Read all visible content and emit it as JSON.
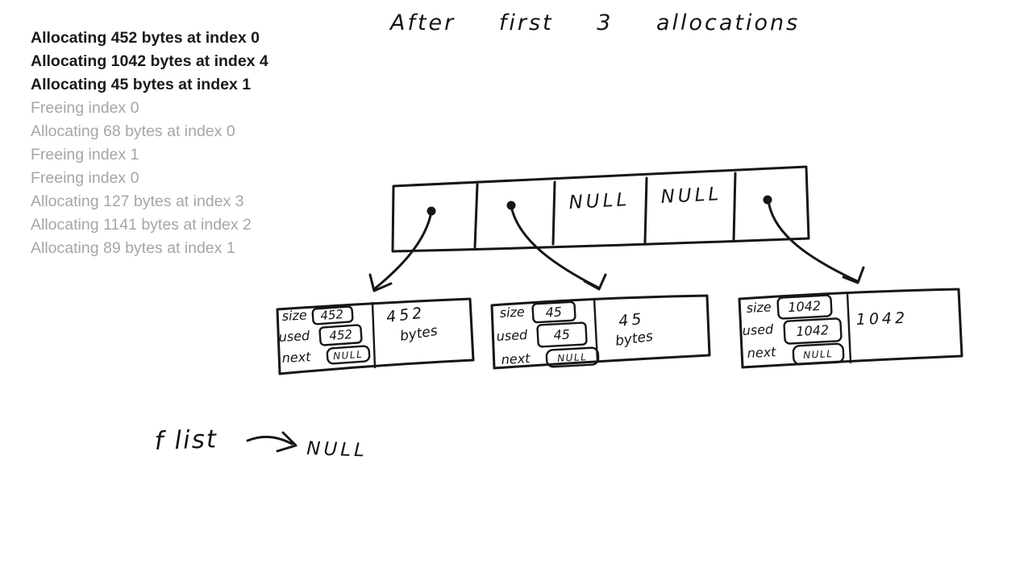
{
  "title": "After first 3 allocations",
  "log": {
    "lines": [
      {
        "text": "Allocating 452 bytes at index 0",
        "status": "completed"
      },
      {
        "text": "Allocating 1042 bytes at index 4",
        "status": "completed"
      },
      {
        "text": "Allocating 45 bytes at index 1",
        "status": "completed"
      },
      {
        "text": "Freeing index 0",
        "status": "pending"
      },
      {
        "text": "Allocating 68 bytes at index 0",
        "status": "pending"
      },
      {
        "text": "Freeing index 1",
        "status": "pending"
      },
      {
        "text": "Freeing index 0",
        "status": "pending"
      },
      {
        "text": "Allocating 127 bytes at index 3",
        "status": "pending"
      },
      {
        "text": "Allocating 1141 bytes at index 2",
        "status": "pending"
      },
      {
        "text": "Allocating 89 bytes at index 1",
        "status": "pending"
      }
    ]
  },
  "pointer_array": {
    "cells": [
      {
        "index": 0,
        "value": "pointer",
        "label": ""
      },
      {
        "index": 1,
        "value": "pointer",
        "label": ""
      },
      {
        "index": 2,
        "value": "NULL",
        "label": "NULL"
      },
      {
        "index": 3,
        "value": "NULL",
        "label": "NULL"
      },
      {
        "index": 4,
        "value": "pointer",
        "label": ""
      }
    ]
  },
  "blocks": [
    {
      "labels": {
        "size": "size",
        "used": "used",
        "next": "next"
      },
      "size": "452",
      "used": "452",
      "next": "NULL",
      "note": {
        "line1": "452",
        "line2": "bytes"
      }
    },
    {
      "labels": {
        "size": "size",
        "used": "used",
        "next": "next"
      },
      "size": "45",
      "used": "45",
      "next": "NULL",
      "note": {
        "line1": "45",
        "line2": "bytes"
      }
    },
    {
      "labels": {
        "size": "size",
        "used": "used",
        "next": "next"
      },
      "size": "1042",
      "used": "1042",
      "next": "NULL",
      "note": {
        "line1": "1042",
        "line2": ""
      }
    }
  ],
  "free_list": {
    "label": "f list",
    "value": "NULL"
  },
  "colors": {
    "ink": "#161616",
    "log_completed": "#1a1a1a",
    "log_pending": "#a6a6a6",
    "background": "#ffffff"
  }
}
